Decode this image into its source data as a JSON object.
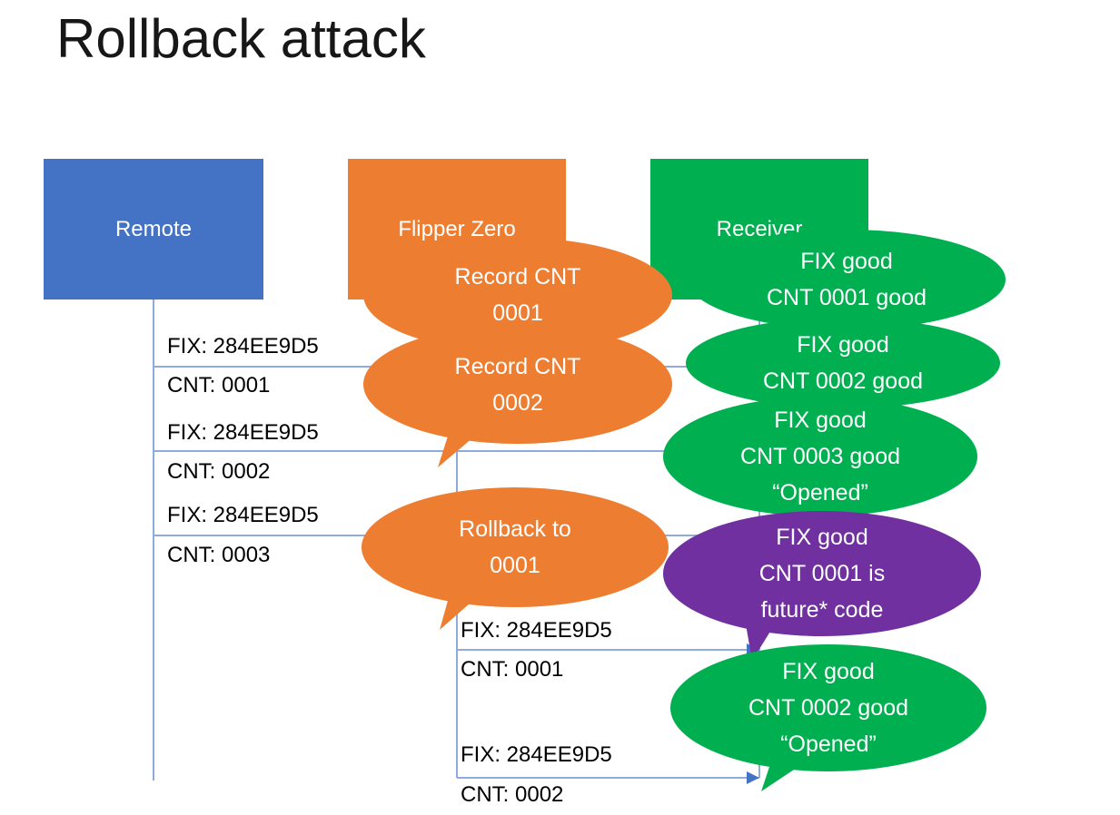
{
  "slide": {
    "title": "Rollback attack"
  },
  "actors": {
    "remote": {
      "label": "Remote",
      "color": "#4472C4"
    },
    "flipper": {
      "label": "Flipper Zero",
      "color": "#ED7D31"
    },
    "receiver": {
      "label": "Receiver",
      "color": "#00B050"
    }
  },
  "connector": {
    "line_color": "#8FAADC",
    "arrow_color": "#4472C4"
  },
  "messages": [
    {
      "fix": "FIX: 284EE9D5",
      "cnt": "CNT: 0001",
      "from": "Remote",
      "to": "Receiver"
    },
    {
      "fix": "FIX: 284EE9D5",
      "cnt": "CNT: 0002",
      "from": "Remote",
      "to": "Receiver"
    },
    {
      "fix": "FIX: 284EE9D5",
      "cnt": "CNT: 0003",
      "from": "Remote",
      "to": "Receiver"
    },
    {
      "fix": "FIX: 284EE9D5",
      "cnt": "CNT: 0001",
      "from": "Flipper Zero",
      "to": "Receiver"
    },
    {
      "fix": "FIX: 284EE9D5",
      "cnt": "CNT: 0002",
      "from": "Flipper Zero",
      "to": "Receiver"
    }
  ],
  "callouts": [
    {
      "speaker": "Flipper Zero",
      "color": "#ED7D31",
      "lines": [
        "Record CNT",
        "0001"
      ]
    },
    {
      "speaker": "Receiver",
      "color": "#00B050",
      "lines": [
        "FIX good",
        "CNT 0001 good"
      ]
    },
    {
      "speaker": "Flipper Zero",
      "color": "#ED7D31",
      "lines": [
        "Record CNT",
        "0002"
      ]
    },
    {
      "speaker": "Receiver",
      "color": "#00B050",
      "lines": [
        "FIX good",
        "CNT 0002 good"
      ]
    },
    {
      "speaker": "Receiver",
      "color": "#00B050",
      "lines": [
        "FIX good",
        "CNT 0003 good",
        "“Opened”"
      ]
    },
    {
      "speaker": "Flipper Zero",
      "color": "#ED7D31",
      "lines": [
        "Rollback to",
        "0001"
      ]
    },
    {
      "speaker": "Receiver",
      "color": "#7030A0",
      "lines": [
        "FIX good",
        "CNT 0001 is",
        "future* code"
      ]
    },
    {
      "speaker": "Receiver",
      "color": "#00B050",
      "lines": [
        "FIX good",
        "CNT 0002 good",
        "“Opened”"
      ]
    }
  ]
}
